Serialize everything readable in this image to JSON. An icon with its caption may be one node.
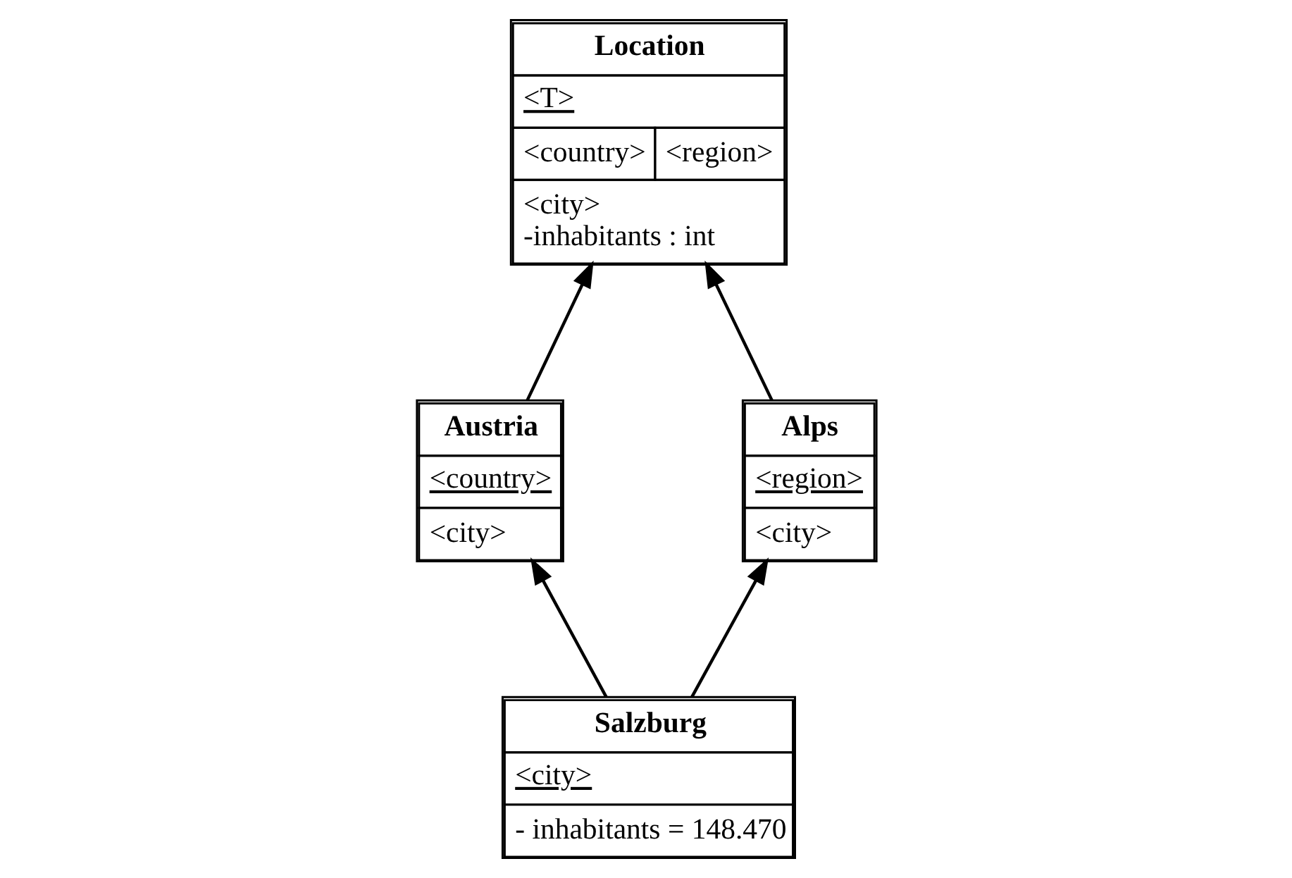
{
  "diagram": {
    "nodes": [
      {
        "text": [
          "Location",
          "<T>",
          "<country>",
          "<region>",
          "<city>",
          "-inhabitants : int"
        ]
      },
      {
        "text": [
          "Austria",
          "<country>",
          "<city>"
        ]
      },
      {
        "text": [
          "Alps",
          "<region>",
          "<city>"
        ]
      },
      {
        "text": [
          "Salzburg",
          "<city>",
          "- inhabitants = 148.470"
        ]
      }
    ],
    "edges": [
      {
        "from": 1,
        "to": 0,
        "arrow": "to"
      },
      {
        "from": 2,
        "to": 0,
        "arrow": "to"
      },
      {
        "from": 3,
        "to": 1,
        "arrow": "to"
      },
      {
        "from": 3,
        "to": 2,
        "arrow": "to"
      }
    ]
  }
}
